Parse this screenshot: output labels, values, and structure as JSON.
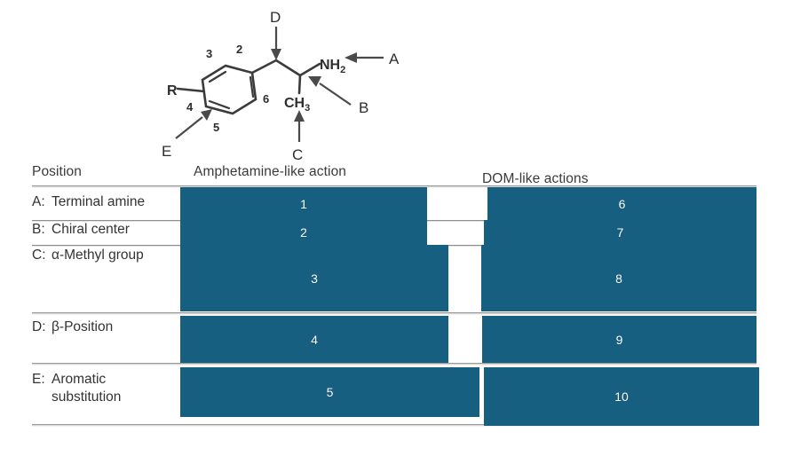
{
  "figure": {
    "structure": {
      "substituent_label": "R",
      "amine_label": "NH2",
      "methyl_label": "CH3",
      "ring_numbers": [
        "2",
        "3",
        "4",
        "5",
        "6"
      ],
      "callouts": [
        "A",
        "B",
        "C",
        "D",
        "E"
      ]
    }
  },
  "table": {
    "headers": {
      "position": "Position",
      "amphetamine": "Amphetamine-like action",
      "dom": "DOM-like actions"
    },
    "rows": [
      {
        "key": "A:",
        "label": "Terminal amine",
        "label_line2": "",
        "amphetamine_box": "1",
        "dom_box": "6"
      },
      {
        "key": "B:",
        "label": "Chiral center",
        "label_line2": "",
        "amphetamine_box": "2",
        "dom_box": "7"
      },
      {
        "key": "C:",
        "label": "α-Methyl group",
        "label_line2": "",
        "amphetamine_box": "3",
        "dom_box": "8"
      },
      {
        "key": "D:",
        "label": "β-Position",
        "label_line2": "",
        "amphetamine_box": "4",
        "dom_box": "9"
      },
      {
        "key": "E:",
        "label": "Aromatic",
        "label_line2": "substitution",
        "amphetamine_box": "5",
        "dom_box": "10"
      }
    ]
  },
  "colors": {
    "box_fill": "#165F80",
    "box_text": "#ffffff",
    "rule": "#8e8e8e",
    "text": "#333333"
  }
}
